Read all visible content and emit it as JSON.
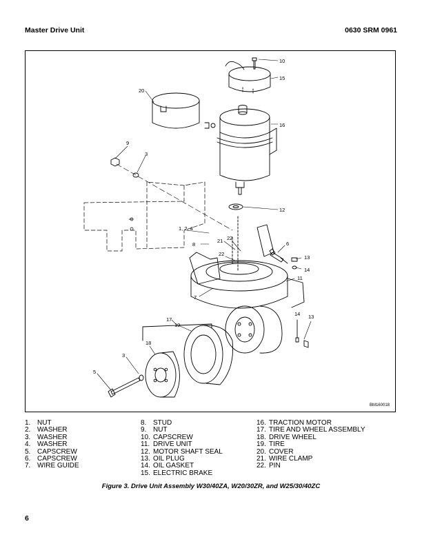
{
  "header": {
    "left": "Master Drive Unit",
    "right": "0630 SRM 0961"
  },
  "figure": {
    "id": "BM160018",
    "callouts": [
      "10",
      "15",
      "20",
      "16",
      "9",
      "3",
      "12",
      "1, 2, 4",
      "8",
      "21",
      "22",
      "6",
      "13",
      "14",
      "22",
      "11",
      "7",
      "17",
      "19",
      "14",
      "13",
      "18",
      "3",
      "5"
    ]
  },
  "legend": {
    "col1": [
      [
        "1.",
        "NUT"
      ],
      [
        "2.",
        "WASHER"
      ],
      [
        "3.",
        "WASHER"
      ],
      [
        "4.",
        "WASHER"
      ],
      [
        "5.",
        "CAPSCREW"
      ],
      [
        "6.",
        "CAPSCREW"
      ],
      [
        "7.",
        "WIRE GUIDE"
      ]
    ],
    "col2": [
      [
        "8.",
        "STUD"
      ],
      [
        "9.",
        "NUT"
      ],
      [
        "10.",
        "CAPSCREW"
      ],
      [
        "11.",
        "DRIVE UNIT"
      ],
      [
        "12.",
        "MOTOR SHAFT SEAL"
      ],
      [
        "13.",
        "OIL PLUG"
      ],
      [
        "14.",
        "OIL GASKET"
      ],
      [
        "15.",
        "ELECTRIC BRAKE"
      ]
    ],
    "col3": [
      [
        "16.",
        "TRACTION MOTOR"
      ],
      [
        "17.",
        "TIRE AND WHEEL ASSEMBLY"
      ],
      [
        "18.",
        "DRIVE WHEEL"
      ],
      [
        "19.",
        "TIRE"
      ],
      [
        "20.",
        "COVER"
      ],
      [
        "21.",
        "WIRE CLAMP"
      ],
      [
        "22.",
        "PIN"
      ]
    ]
  },
  "caption": "Figure 3. Drive Unit Assembly W30/40ZA, W20/30ZR, and W25/30/40ZC",
  "page_number": "6"
}
